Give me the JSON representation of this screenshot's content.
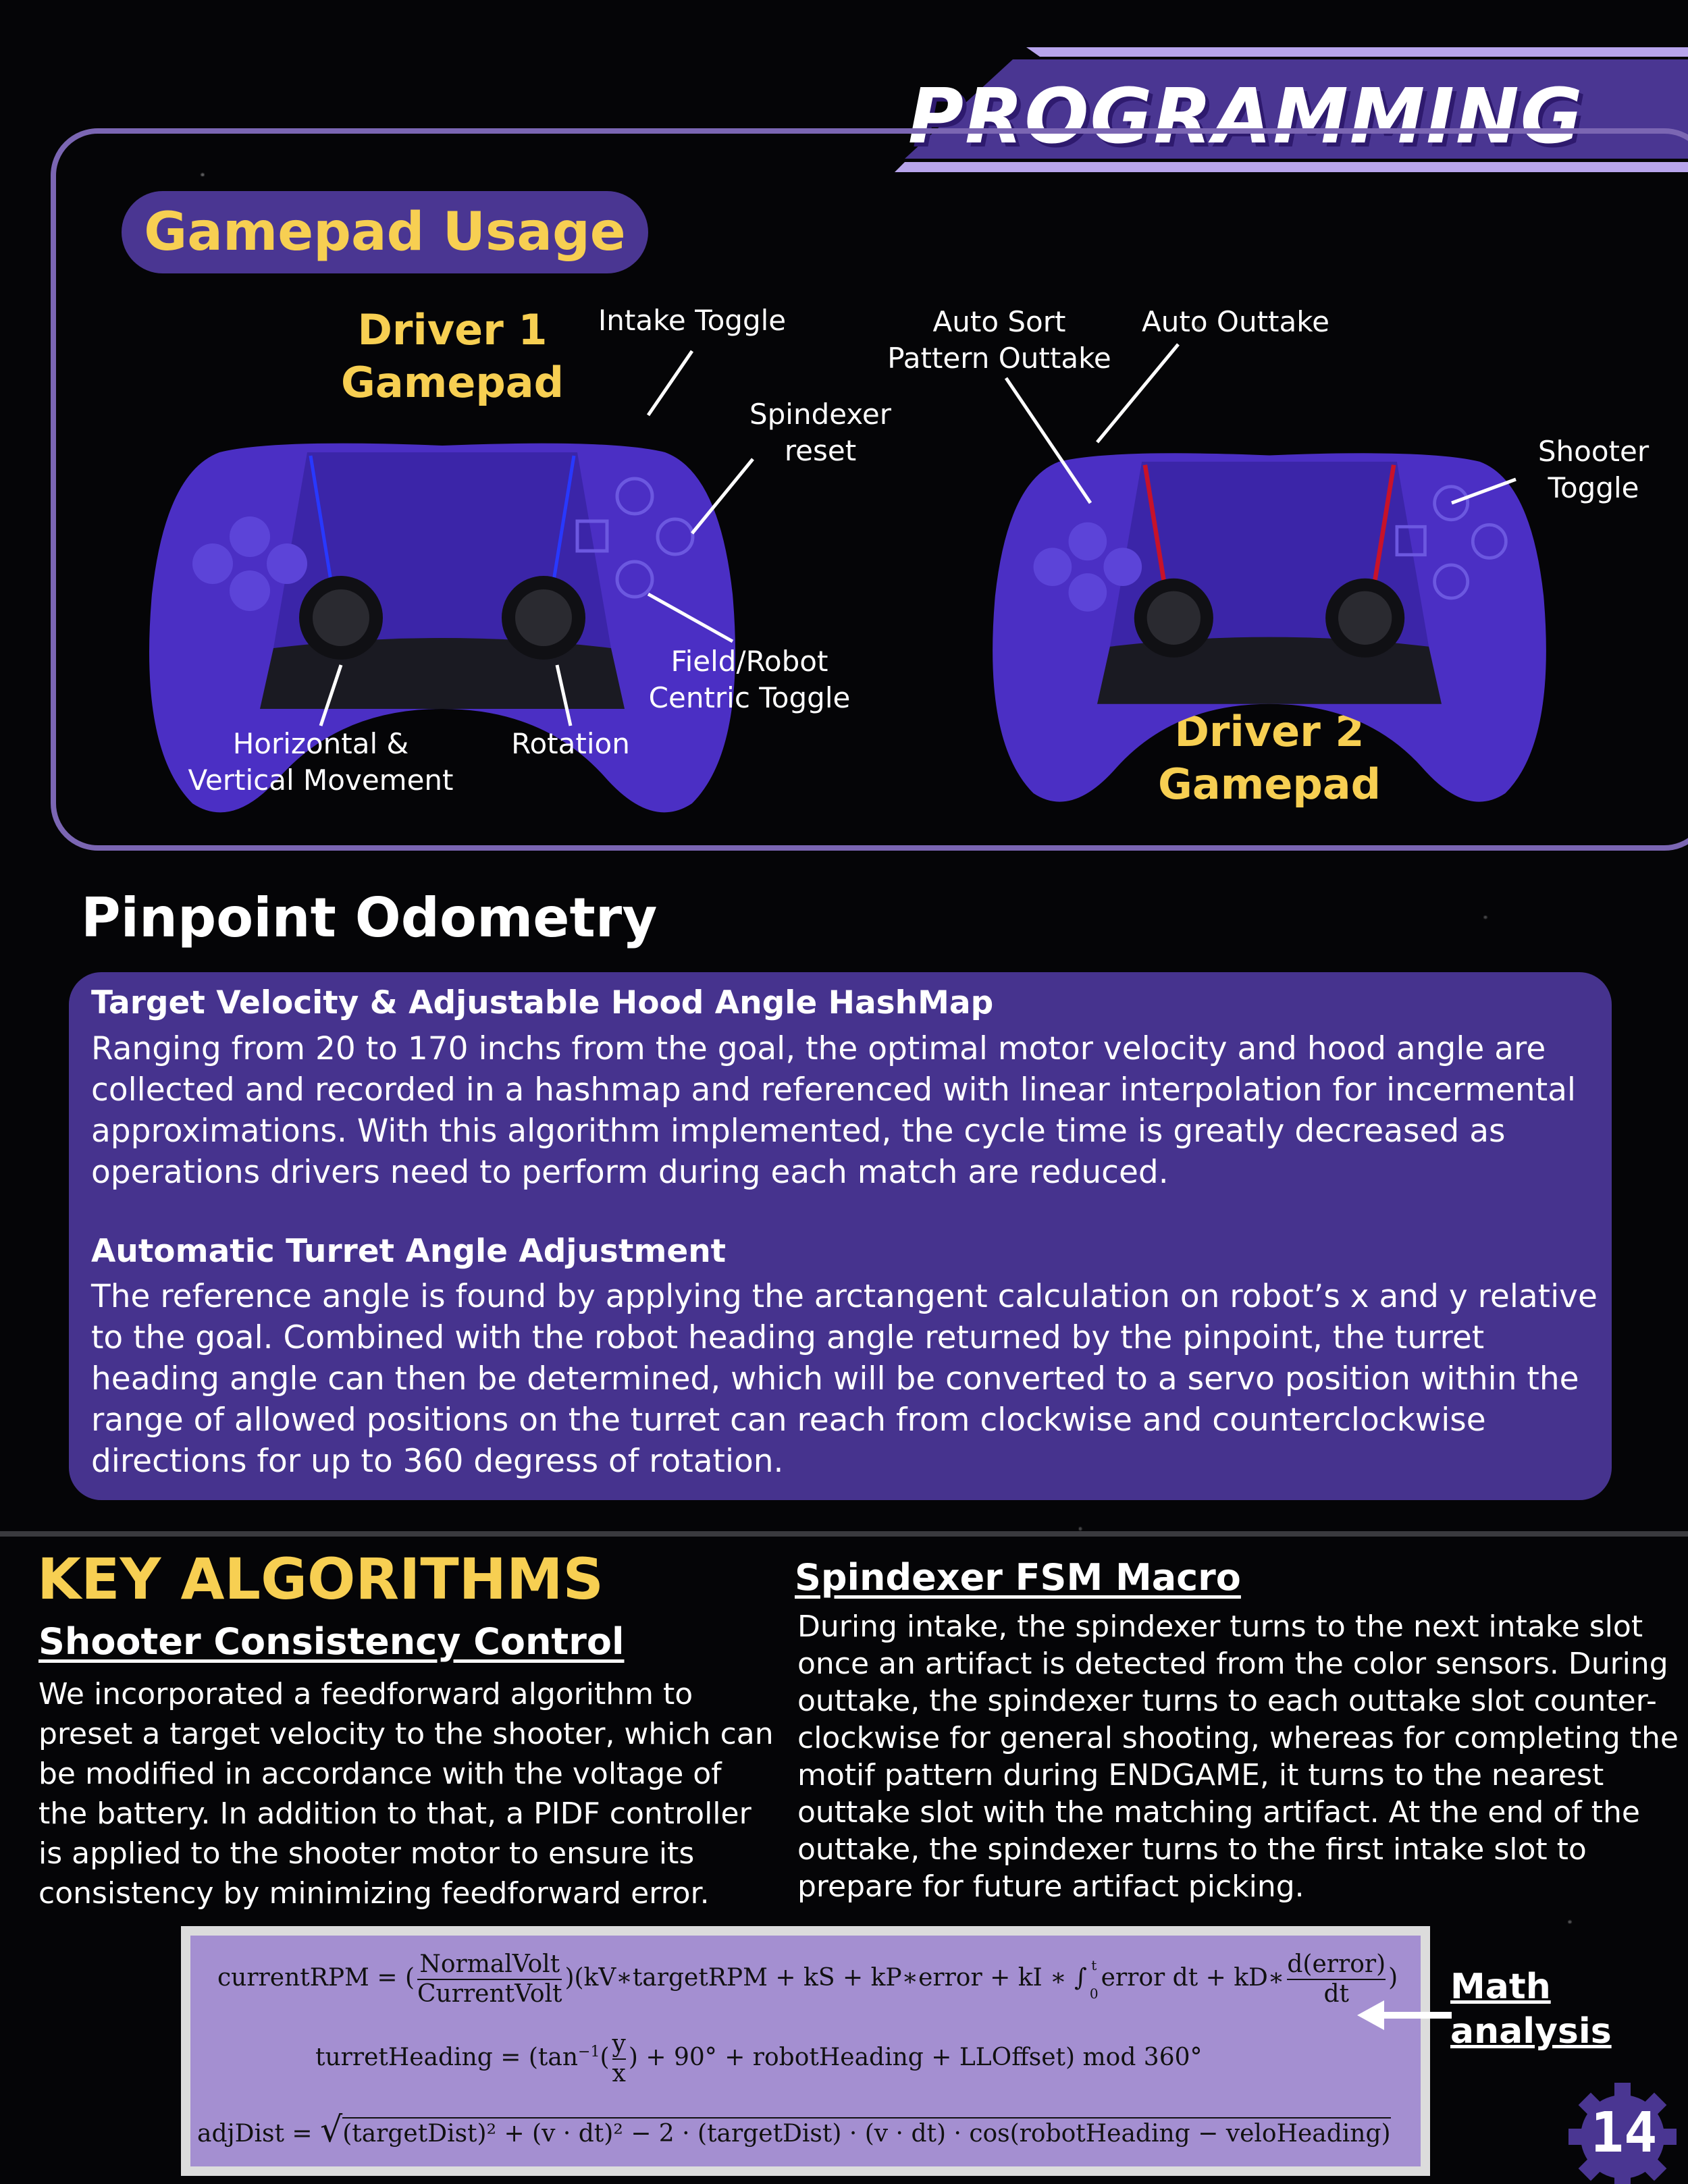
{
  "header": {
    "title": "PROGRAMMING"
  },
  "gamepad": {
    "title": "Gamepad Usage",
    "driver1_label": "Driver 1 Gamepad",
    "driver2_label": "Driver 2 Gamepad",
    "callouts": {
      "intake_toggle": "Intake Toggle",
      "spindexer_reset_1": "Spindexer",
      "spindexer_reset_2": "reset",
      "field_robot_1": "Field/Robot",
      "field_robot_2": "Centric Toggle",
      "rotation": "Rotation",
      "movement_1": "Horizontal &",
      "movement_2": "Vertical Movement",
      "auto_sort_1": "Auto Sort",
      "auto_sort_2": "Pattern Outtake",
      "auto_outtake": "Auto Outtake",
      "shooter_toggle_1": "Shooter",
      "shooter_toggle_2": "Toggle"
    },
    "colors": {
      "controller": "#4b2fc4",
      "driver1_accent": "#2838ff",
      "driver2_accent": "#c8122a"
    }
  },
  "odometry": {
    "title": "Pinpoint Odometry",
    "section1": {
      "heading": "Target Velocity & Adjustable Hood Angle HashMap",
      "lines": [
        "Ranging from 20 to 170 inchs from the goal, the optimal motor velocity and hood angle are",
        "collected and recorded in a hashmap and referenced with linear interpolation for incermental",
        "approximations. With this algorithm implemented, the cycle time is greatly decreased as",
        "operations drivers need to perform during each match are reduced."
      ]
    },
    "section2": {
      "heading": "Automatic Turret Angle Adjustment",
      "lines": [
        "The reference angle is found by applying the arctangent calculation on robot’s x and y relative",
        "to the goal. Combined with the robot heading angle returned by the pinpoint, the turret",
        "heading angle can then be determined, which will be converted to a servo position within the",
        "range of allowed positions on the turret can reach from clockwise and counterclockwise",
        "directions for up to 360 degress of rotation."
      ]
    }
  },
  "algorithms": {
    "title": "KEY ALGORITHMS",
    "shooter": {
      "heading": "Shooter Consistency Control",
      "lines": [
        "We incorporated a feedforward algorithm to",
        "preset a target velocity to the shooter, which can",
        "be modified in accordance with the voltage of",
        "the battery. In addition to that, a PIDF controller",
        "is applied to the shooter motor to ensure its",
        "consistency by minimizing feedforward error."
      ]
    },
    "spindexer": {
      "heading": "Spindexer FSM Macro",
      "lines": [
        "During intake, the spindexer turns to the next intake slot",
        "once an artifact is detected from the color sensors. During",
        "outtake, the spindexer turns to each outtake slot counter-",
        "clockwise for general shooting, whereas for completing the",
        "motif pattern during ENDGAME, it turns to the nearest",
        "outtake slot with the matching artifact. At the end of the",
        "outtake, the spindexer turns to the first intake slot to",
        "prepare for future artifact picking."
      ]
    }
  },
  "math": {
    "eq1_lhs": "currentRPM = (",
    "eq1_frac_num": "NormalVolt",
    "eq1_frac_den": "CurrentVolt",
    "eq1_mid": ")(kV∗targetRPM + kS + kP∗error + kI ∗ ∫",
    "eq1_int_upper": "t",
    "eq1_int_lower": "0",
    "eq1_tail": "error dt + kD∗",
    "eq1_frac2_num": "d(error)",
    "eq1_frac2_den": "dt",
    "eq1_close": ")",
    "eq2_lhs": "turretHeading = (tan",
    "eq2_sup": "−1",
    "eq2_paren": "(",
    "eq2_frac_num": "y",
    "eq2_frac_den": "x",
    "eq2_rhs": ") + 90° + robotHeading + LLOffset) mod 360°",
    "eq3_lhs": "adjDist =",
    "eq3_rhs": "(targetDist)² + (v · dt)² − 2 · (targetDist) · (v · dt) · cos(robotHeading − veloHeading)",
    "label_1": "Math",
    "label_2": "analysis"
  },
  "page_number": "14"
}
